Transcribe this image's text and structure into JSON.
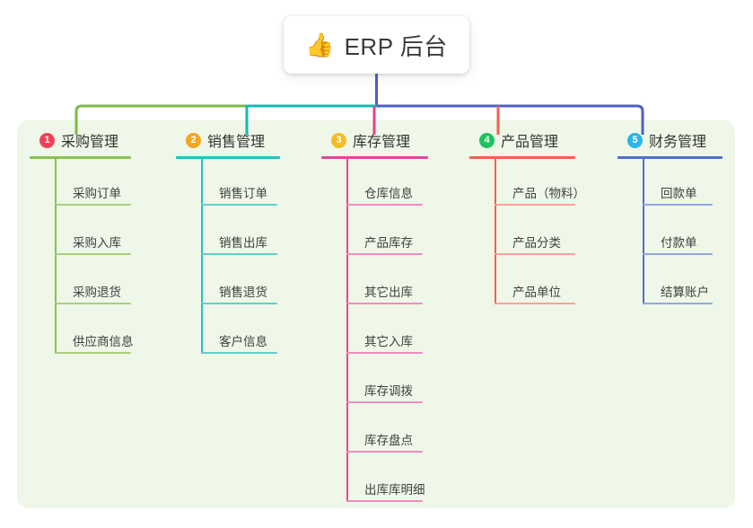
{
  "diagram": {
    "type": "mindmap",
    "root": {
      "icon": "thumbs-up-emoji",
      "emoji": "👍",
      "title": "ERP 后台"
    },
    "panel_color": "#eef7e8",
    "branches": [
      {
        "number": "1",
        "title": "采购管理",
        "badge_color": "#f2405a",
        "line_color": "#8cc152",
        "leaf_color": "#a8cf7f",
        "connector_color": "#7dba4a",
        "items": [
          "采购订单",
          "采购入库",
          "采购退货",
          "供应商信息"
        ]
      },
      {
        "number": "2",
        "title": "销售管理",
        "badge_color": "#f5a623",
        "line_color": "#23c4bc",
        "leaf_color": "#63cfc9",
        "connector_color": "#17b9b1",
        "items": [
          "销售订单",
          "销售出库",
          "销售退货",
          "客户信息"
        ]
      },
      {
        "number": "3",
        "title": "库存管理",
        "badge_color": "#f5bd1f",
        "line_color": "#e8449b",
        "leaf_color": "#ef8dc0",
        "connector_color": "#ec3f8e",
        "items": [
          "仓库信息",
          "产品库存",
          "其它出库",
          "其它入库",
          "库存调拨",
          "库存盘点",
          "出库库明细"
        ]
      },
      {
        "number": "4",
        "title": "产品管理",
        "badge_color": "#1fc15f",
        "line_color": "#f4604f",
        "leaf_color": "#f7a398",
        "connector_color": "#f4604f",
        "items": [
          "产品（物料）",
          "产品分类",
          "产品单位"
        ]
      },
      {
        "number": "5",
        "title": "财务管理",
        "badge_color": "#29b6e8",
        "line_color": "#4f6fd0",
        "leaf_color": "#93a8e0",
        "connector_color": "#4f5fc4",
        "items": [
          "回款单",
          "付款单",
          "结算账户"
        ]
      }
    ],
    "bus": {
      "stem_color": "#4f5fc4",
      "segments": [
        {
          "color": "#7dba4a"
        },
        {
          "color": "#17b9b1"
        },
        {
          "color": "#4f5fc4"
        }
      ]
    }
  }
}
